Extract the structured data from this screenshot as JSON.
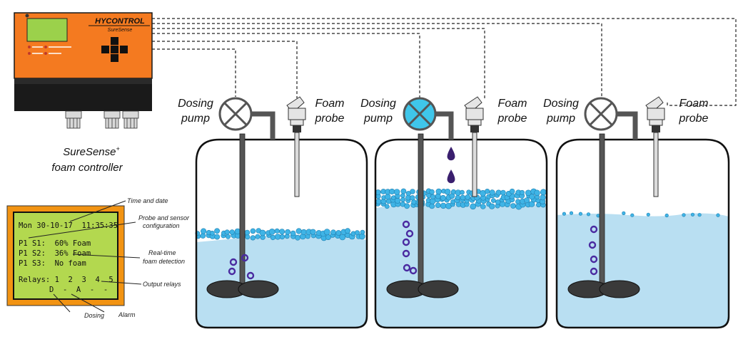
{
  "controller": {
    "brand": "HYCONTROL",
    "model": "SureSense",
    "caption_line1": "SureSense",
    "caption_sup": "+",
    "caption_line2": "foam controller",
    "colors": {
      "body": "#f47a20",
      "screen": "#9bd14b",
      "base": "#1a1a1a"
    }
  },
  "lcd": {
    "line1": "Mon 30-10-17  11:35:35",
    "line2": "P1 S1:  60% Foam",
    "line3": "P1 S2:  36% Foam",
    "line4": "P1 S3:  No foam",
    "line5": "Relays: 1  2  3  4  5",
    "line6": "D  -  A  -  -",
    "colors": {
      "bezel": "#f29312",
      "screen": "#b3d84f"
    }
  },
  "callouts": {
    "time_date": "Time and date",
    "probe_config_1": "Probe and sensor",
    "probe_config_2": "configuration",
    "realtime_1": "Real-time",
    "realtime_2": "foam detection",
    "output_relays": "Output relays",
    "dosing": "Dosing",
    "alarm": "Alarm"
  },
  "tanks": [
    {
      "pump_label_1": "Dosing",
      "pump_label_2": "pump",
      "probe_label_1": "Foam",
      "probe_label_2": "probe",
      "pump_active": false
    },
    {
      "pump_label_1": "Dosing",
      "pump_label_2": "pump",
      "probe_label_1": "Foam",
      "probe_label_2": "probe",
      "pump_active": true
    },
    {
      "pump_label_1": "Dosing",
      "pump_label_2": "pump",
      "probe_label_1": "Foam",
      "probe_label_2": "probe",
      "pump_active": false
    }
  ],
  "colors": {
    "liquid": "#b9dff2",
    "foam": "#3fb4e6",
    "pump_active": "#3fc6ea",
    "drop": "#3a1f6e",
    "bubble": "#4a2aa0"
  }
}
